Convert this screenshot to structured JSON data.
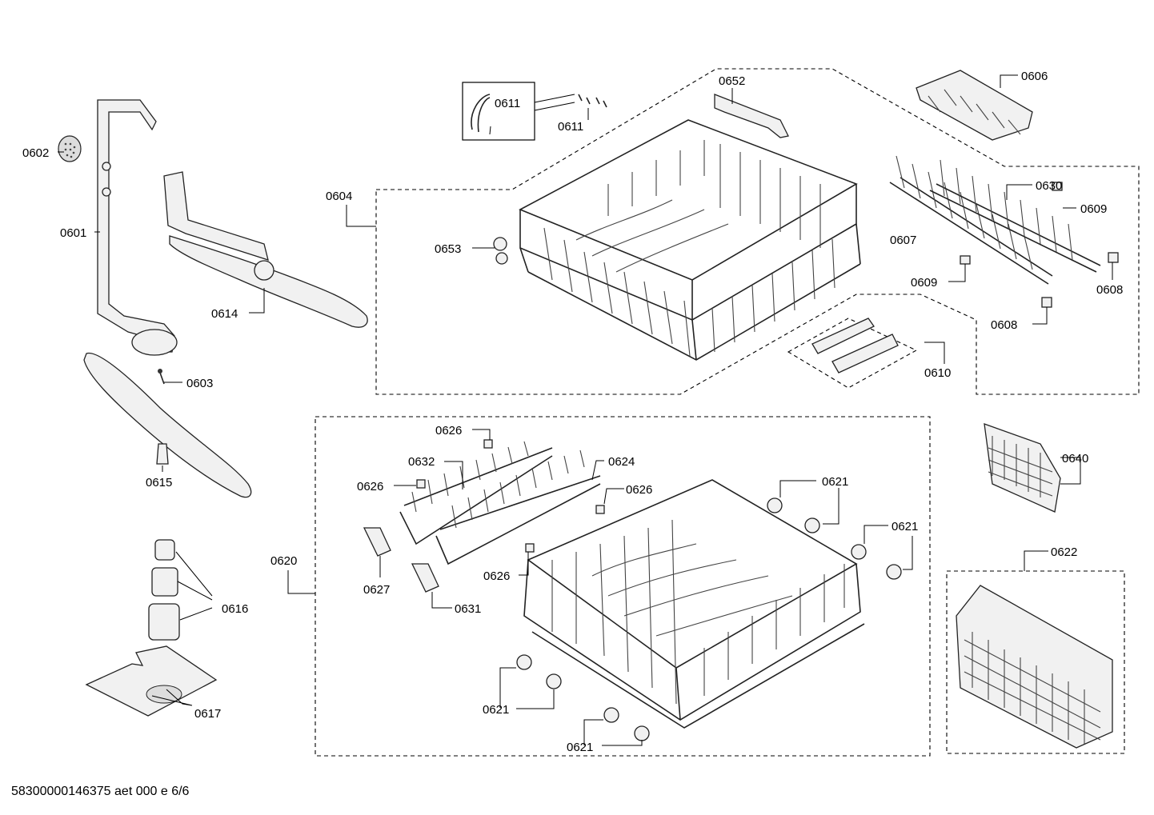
{
  "doc_id": "58300000146375 aet 000 e 6/6",
  "callouts": [
    {
      "key": "0601",
      "text": "0601"
    },
    {
      "key": "0602",
      "text": "0602"
    },
    {
      "key": "0603",
      "text": "0603"
    },
    {
      "key": "0604",
      "text": "0604"
    },
    {
      "key": "0606",
      "text": "0606"
    },
    {
      "key": "0607",
      "text": "0607"
    },
    {
      "key": "0608a",
      "text": "0608"
    },
    {
      "key": "0608b",
      "text": "0608"
    },
    {
      "key": "0609a",
      "text": "0609"
    },
    {
      "key": "0609b",
      "text": "0609"
    },
    {
      "key": "0610",
      "text": "0610"
    },
    {
      "key": "0611a",
      "text": "0611"
    },
    {
      "key": "0611b",
      "text": "0611"
    },
    {
      "key": "0614",
      "text": "0614"
    },
    {
      "key": "0615",
      "text": "0615"
    },
    {
      "key": "0616",
      "text": "0616"
    },
    {
      "key": "0617",
      "text": "0617"
    },
    {
      "key": "0620",
      "text": "0620"
    },
    {
      "key": "0621a",
      "text": "0621"
    },
    {
      "key": "0621b",
      "text": "0621"
    },
    {
      "key": "0621c",
      "text": "0621"
    },
    {
      "key": "0621d",
      "text": "0621"
    },
    {
      "key": "0622",
      "text": "0622"
    },
    {
      "key": "0624",
      "text": "0624"
    },
    {
      "key": "0626a",
      "text": "0626"
    },
    {
      "key": "0626b",
      "text": "0626"
    },
    {
      "key": "0626c",
      "text": "0626"
    },
    {
      "key": "0626d",
      "text": "0626"
    },
    {
      "key": "0627",
      "text": "0627"
    },
    {
      "key": "0630",
      "text": "0630"
    },
    {
      "key": "0631",
      "text": "0631"
    },
    {
      "key": "0632",
      "text": "0632"
    },
    {
      "key": "0640",
      "text": "0640"
    },
    {
      "key": "0652",
      "text": "0652"
    },
    {
      "key": "0653",
      "text": "0653"
    }
  ]
}
